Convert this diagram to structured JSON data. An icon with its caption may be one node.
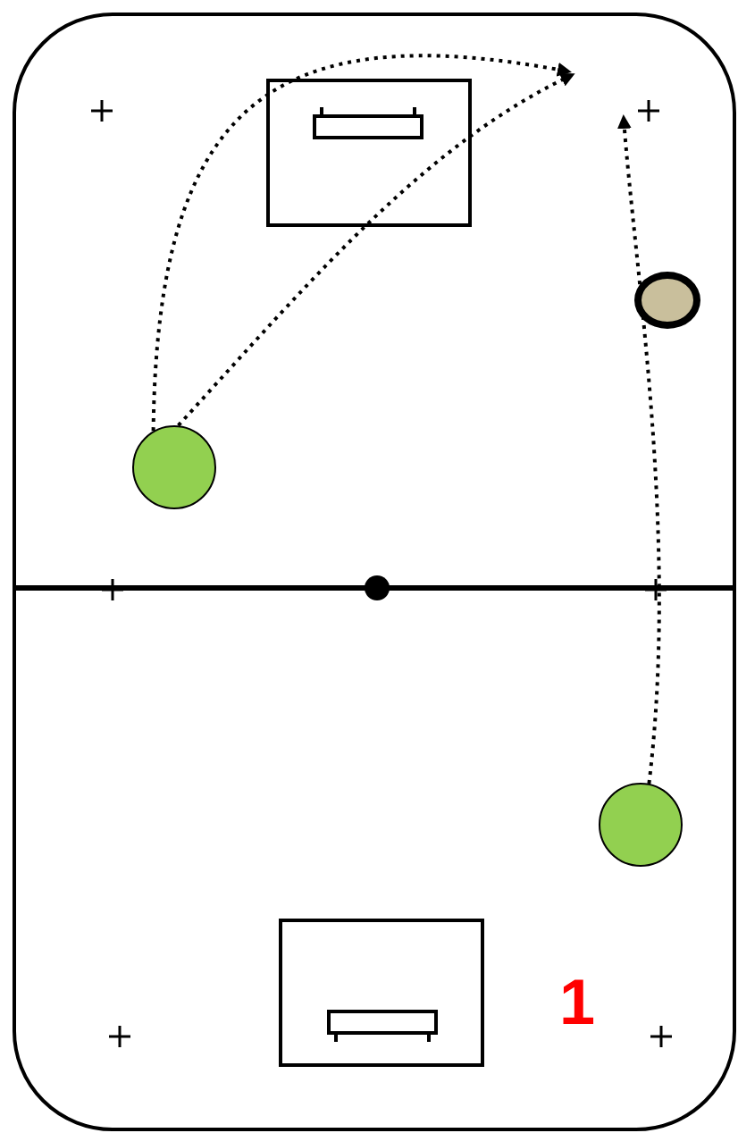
{
  "diagram": {
    "nodes": [
      {
        "text": [],
        "shape": "circle"
      },
      {
        "text": [],
        "shape": "circle"
      },
      {
        "text": [],
        "shape": "circle"
      }
    ],
    "edges": [
      {
        "from": 1,
        "to": null,
        "arrow": "to"
      },
      {
        "from": 1,
        "to": null,
        "arrow": "to"
      },
      {
        "from": 2,
        "to": null,
        "arrow": "to"
      }
    ],
    "labels": [
      "1"
    ]
  }
}
